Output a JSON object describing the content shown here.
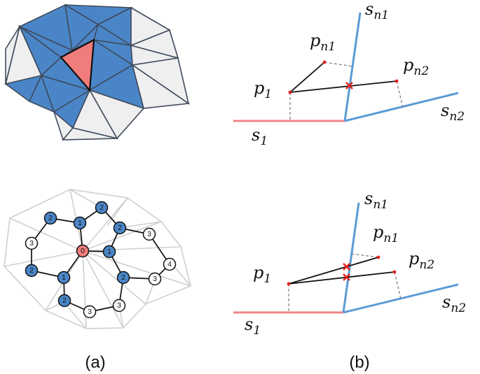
{
  "colors": {
    "blue": "#4a86c7",
    "blue_line": "#5b9bd5",
    "red": "#f07c7c",
    "red_line": "#ef8686",
    "light": "#efeff0",
    "mesh_edge": "#3f4a5c",
    "graph_edge": "#cfcfcf",
    "marker": "#e6201c"
  },
  "captions": {
    "a": "(a)",
    "b": "(b)"
  },
  "diagram_b_labels": {
    "p1": "p",
    "p1_sub": "1",
    "pn1": "p",
    "pn1_sub": "n1",
    "pn2": "p",
    "pn2_sub": "n2",
    "s1": "s",
    "s1_sub": "1",
    "sn1": "s",
    "sn1_sub": "n1",
    "sn2": "s",
    "sn2_sub": "n2"
  },
  "graph_nodes": [
    {
      "id": "n0",
      "label": "0",
      "type": "origin"
    },
    {
      "id": "n1a",
      "label": "1",
      "type": "blue"
    },
    {
      "id": "n1b",
      "label": "1",
      "type": "blue"
    },
    {
      "id": "n1c",
      "label": "1",
      "type": "blue"
    },
    {
      "id": "n2a",
      "label": "2",
      "type": "blue"
    },
    {
      "id": "n2b",
      "label": "2",
      "type": "blue"
    },
    {
      "id": "n2c",
      "label": "2",
      "type": "blue"
    },
    {
      "id": "n2d",
      "label": "2",
      "type": "blue"
    },
    {
      "id": "n2e",
      "label": "2",
      "type": "blue"
    },
    {
      "id": "n2f",
      "label": "2",
      "type": "blue"
    },
    {
      "id": "n3a",
      "label": "3",
      "type": "light"
    },
    {
      "id": "n3b",
      "label": "3",
      "type": "light"
    },
    {
      "id": "n3c",
      "label": "3",
      "type": "light"
    },
    {
      "id": "n3d",
      "label": "3",
      "type": "light"
    },
    {
      "id": "n3e",
      "label": "3",
      "type": "light"
    },
    {
      "id": "n4",
      "label": "4",
      "type": "light"
    }
  ]
}
